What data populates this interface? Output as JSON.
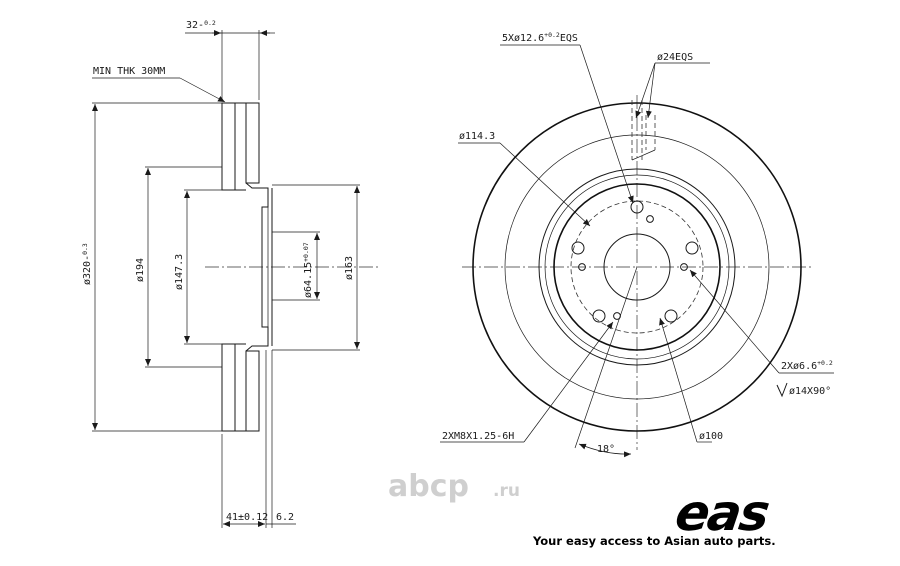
{
  "labels": {
    "thickness_top": "32-",
    "thickness_top_tol": "0.2",
    "min_thk": "MIN THK 30MM",
    "dia_320": "ø320-",
    "dia_320_tol": "0.3",
    "dia_194": "ø194",
    "dia_147": "ø147.3",
    "dia_64": "ø64.15",
    "dia_64_tol": "+0.07",
    "dia_163": "ø163",
    "height_41": "41±0.12",
    "dim_6_2": "6.2",
    "holes_5x": "5Xø12.6",
    "holes_5x_tol": "+0.2",
    "holes_5x_eqs": "EQS",
    "dia_24": "ø24EQS",
    "dia_114": "ø114.3",
    "holes_2x": "2Xø6.6",
    "holes_2x_tol": "+0.2",
    "countersink": "ø14X90°",
    "thread": "2XM8X1.25-6H",
    "angle_18": "18°",
    "dia_100": "ø100"
  },
  "watermark": {
    "main": "abcp",
    "suffix": ".ru"
  },
  "brand": {
    "logo_text": "eas",
    "tagline": "Your easy access to Asian auto parts."
  },
  "colors": {
    "line": "#1a1a1a",
    "watermark": "#cfcfcf",
    "brand": "#000000"
  }
}
